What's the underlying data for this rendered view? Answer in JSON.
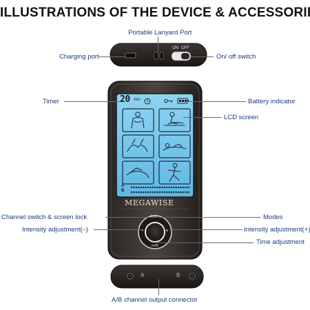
{
  "title": "ILLUSTRATIONS OF THE DEVICE & ACCESSORIES",
  "top_device": {
    "switch_on": "ON",
    "switch_off": "OFF"
  },
  "main_device": {
    "brand": "MEGAWISE",
    "timer_value": "20",
    "timer_unit": "min",
    "channel_a": "A",
    "channel_b": "B",
    "button_top": "M/A",
    "button_bottom": "m/B",
    "button_left": "–",
    "button_right": "+"
  },
  "bottom_device": {
    "port_a": "A",
    "port_b": "B"
  },
  "labels": {
    "lanyard": "Portable Lanyard Port",
    "charging": "Charging port",
    "onoff": "On/ off switch",
    "timer": "Timer",
    "battery": "Battery indicator",
    "lcd": "LCD screen",
    "channel_lock": "Channel switch & screen lock",
    "modes": "Modes",
    "intensity_minus": "Intensity adjustment(–)",
    "intensity_plus": "Intensity adjustment(+)",
    "time_adjust": "Time adjustment",
    "output": "A/B channel output connector"
  }
}
